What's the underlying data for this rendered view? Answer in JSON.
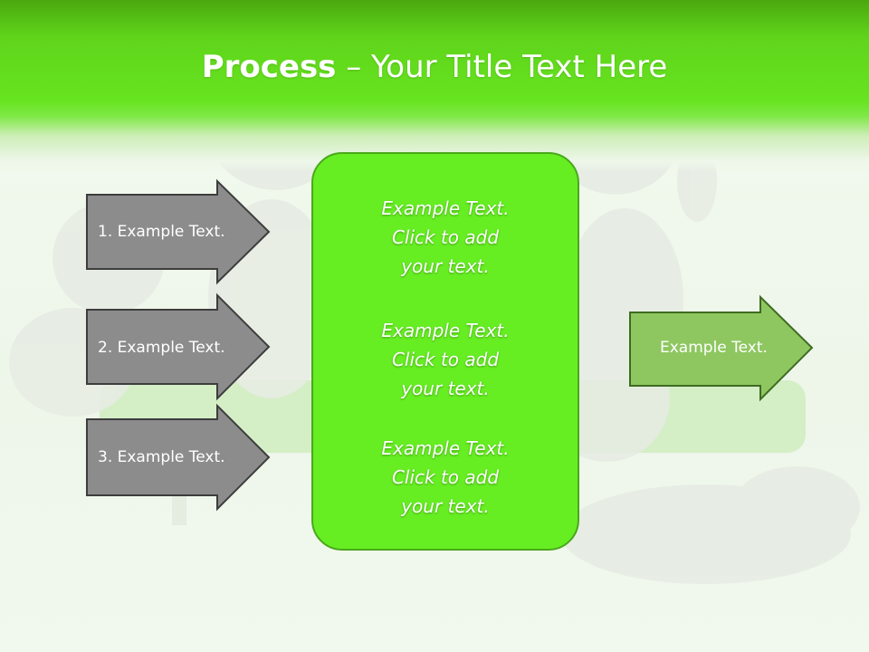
{
  "slide": {
    "title_bold": "Process",
    "title_rest": " – Your Title Text Here"
  },
  "input_arrows": [
    {
      "label": "1. Example Text."
    },
    {
      "label": "2. Example Text."
    },
    {
      "label": "3. Example Text."
    }
  ],
  "center_box": {
    "paragraphs": [
      {
        "line1": "Example Text.",
        "line2": "Click  to add",
        "line3": "your text."
      },
      {
        "line1": "Example Text.",
        "line2": "Click  to add",
        "line3": "your text."
      },
      {
        "line1": "Example Text.",
        "line2": "Click  to add",
        "line3": "your text."
      }
    ]
  },
  "output_arrow": {
    "label": "Example Text."
  },
  "colors": {
    "header_green": "#66e41f",
    "box_green": "#66ee22",
    "gray_arrow": "#8c8c8c",
    "output_arrow": "#8ec760"
  }
}
